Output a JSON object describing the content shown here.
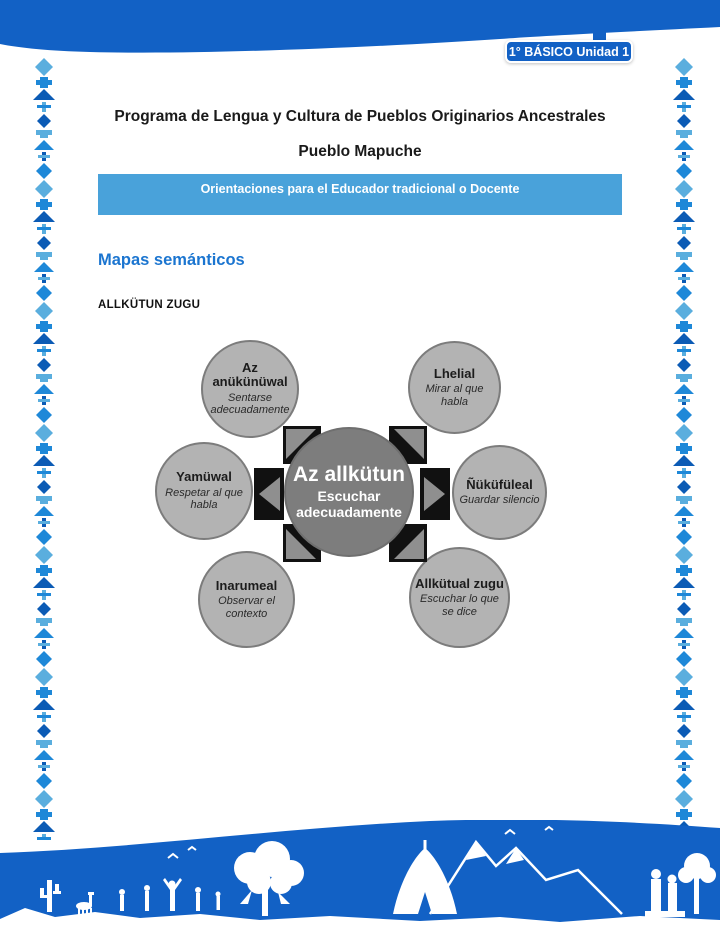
{
  "page": {
    "badge": "1° BÁSICO Unidad 1",
    "title_line1": "Programa de Lengua y Cultura de Pueblos Originarios Ancestrales",
    "title_line2": "Pueblo Mapuche",
    "banner": "Orientaciones para el Educador tradicional o Docente",
    "section_heading": "Mapas semánticos",
    "subheading": "ALLKÜTUN ZUGU"
  },
  "diagram": {
    "center": {
      "title": "Az allkütun",
      "subtitle": "Escuchar adecuadamente"
    },
    "nodes": [
      {
        "title": "Az anükünüwal",
        "subtitle": "Sentarse adecuadamente"
      },
      {
        "title": "Lhelial",
        "subtitle": "Mirar al que habla"
      },
      {
        "title": "Yamüwal",
        "subtitle": "Respetar al que habla"
      },
      {
        "title": "Ñüküfüleal",
        "subtitle": "Guardar silencio"
      },
      {
        "title": "Inarumeal",
        "subtitle": "Observar el contexto"
      },
      {
        "title": "Allkütual zugu",
        "subtitle": "Escuchar lo que se dice"
      }
    ]
  },
  "colors": {
    "header_blue": "#1261c5",
    "banner_blue": "#49a2da",
    "heading_blue": "#1b75d0",
    "guarda_light": "#5aaede",
    "guarda_mid": "#1e88d8",
    "guarda_dark": "#0b5bb5",
    "satellite_gray": "#b3b3b3",
    "center_gray": "#7d7d7d",
    "arrow_black": "#111111",
    "arrow_gray": "#8f8f8f"
  }
}
